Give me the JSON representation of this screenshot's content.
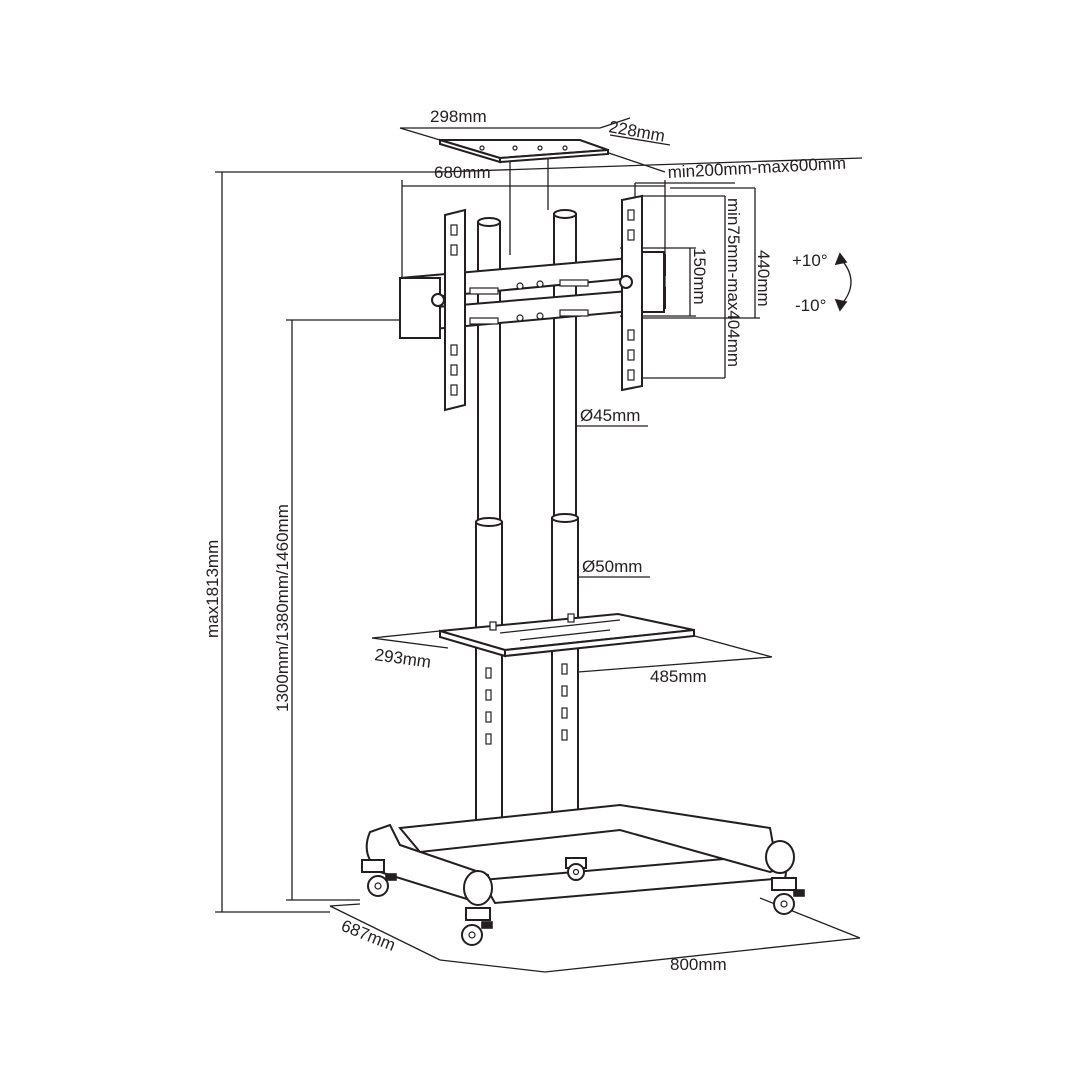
{
  "diagram": {
    "dimensions": {
      "top_tray_width": "298mm",
      "top_tray_depth": "228mm",
      "bracket_width": "680mm",
      "vesa_horizontal": "min200mm-max600mm",
      "vesa_vertical": "min75mm-max404mm",
      "bracket_height": "440mm",
      "rail_spacing": "150mm",
      "tilt_up": "+10°",
      "tilt_down": "-10°",
      "upper_pole_diameter": "Ø45mm",
      "lower_pole_diameter": "Ø50mm",
      "max_height": "max1813mm",
      "height_positions": "1300mm/1380mm/1460mm",
      "shelf_depth": "293mm",
      "shelf_width": "485mm",
      "base_depth": "687mm",
      "base_width": "800mm"
    },
    "colors": {
      "line": "#231f20",
      "background": "#ffffff"
    }
  }
}
